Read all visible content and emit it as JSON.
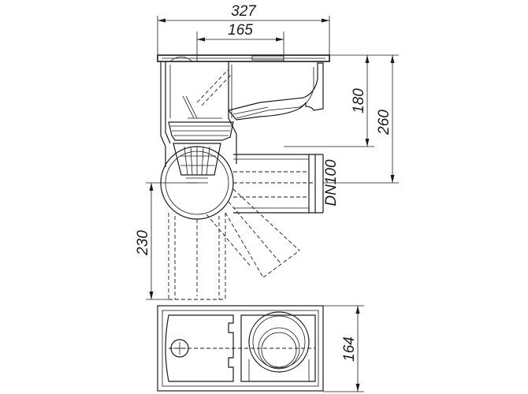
{
  "dimensions": {
    "overall_width": "327",
    "inner_width": "165",
    "height_upper": "180",
    "height_total": "260",
    "outlet_label": "DN100",
    "height_lower": "230",
    "bottom_width": "164"
  },
  "colors": {
    "line": "#1a1a1a",
    "background": "#ffffff"
  }
}
